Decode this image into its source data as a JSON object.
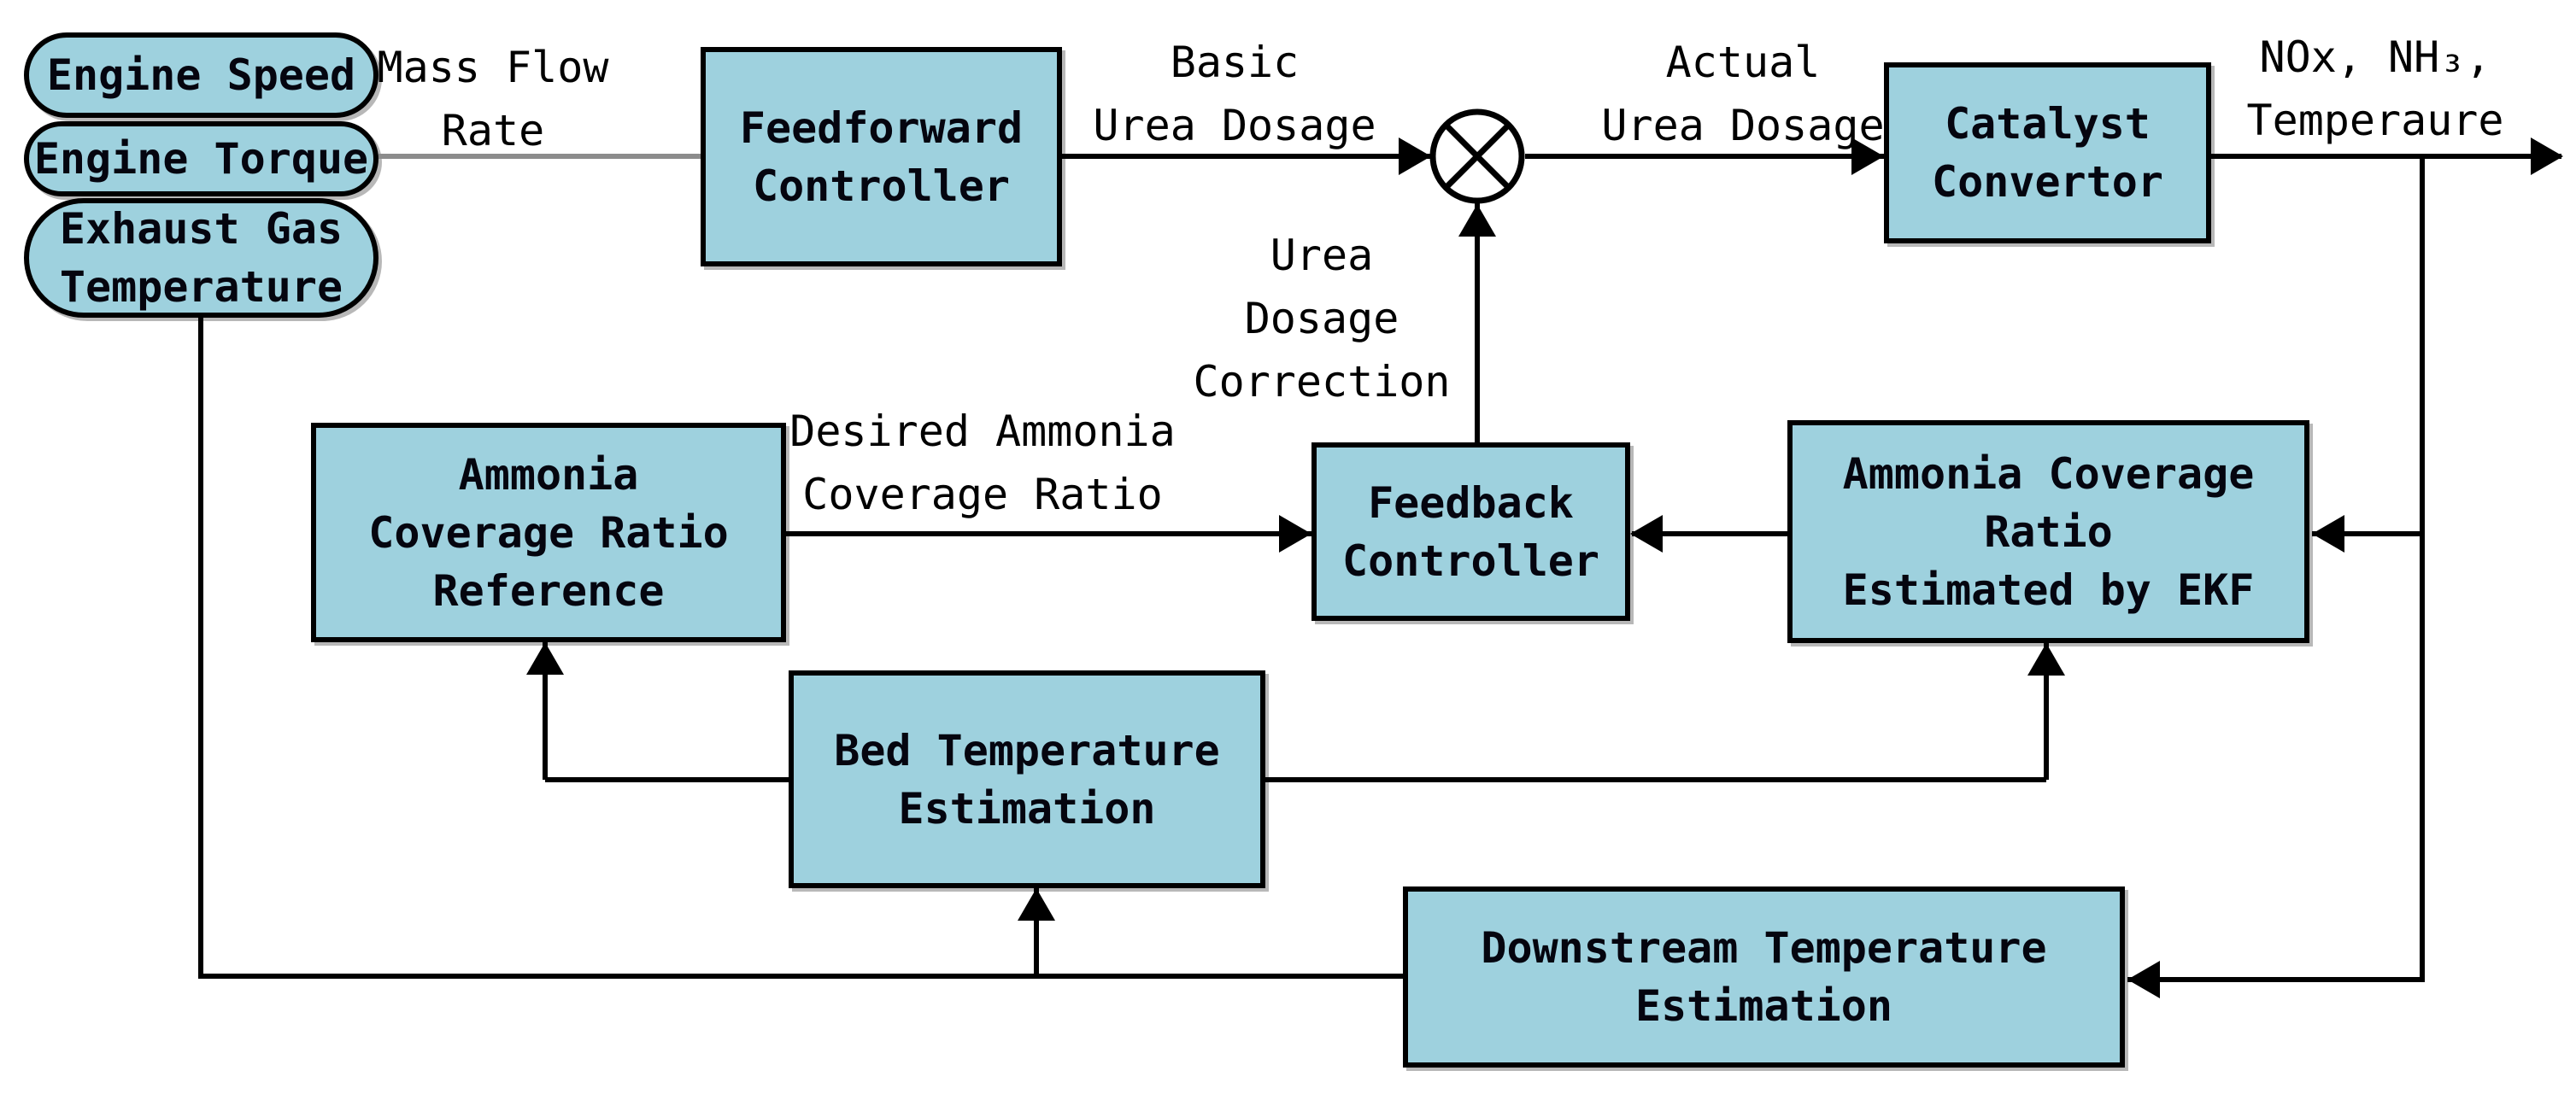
{
  "diagram_type": "control-block-diagram",
  "colors": {
    "block_fill": "#9ed1de",
    "block_border": "#000000",
    "line": "#000000",
    "muted_line": "#8c8c8c",
    "background": "#ffffff"
  },
  "nodes": {
    "engine_speed": {
      "label": "Engine Speed",
      "shape": "stadium"
    },
    "engine_torque": {
      "label": "Engine Torque",
      "shape": "stadium"
    },
    "exhaust_gas_temperature": {
      "label": "Exhaust Gas\nTemperature",
      "shape": "stadium"
    },
    "feedforward_controller": {
      "label": "Feedforward\nController",
      "shape": "rect"
    },
    "catalyst_convertor": {
      "label": "Catalyst\nConvertor",
      "shape": "rect"
    },
    "ammonia_coverage_ratio_reference": {
      "label": "Ammonia\nCoverage Ratio\nReference",
      "shape": "rect"
    },
    "feedback_controller": {
      "label": "Feedback\nController",
      "shape": "rect"
    },
    "ammonia_coverage_ratio_ekf": {
      "label": "Ammonia Coverage\nRatio\nEstimated by EKF",
      "shape": "rect"
    },
    "bed_temperature_estimation": {
      "label": "Bed Temperature\nEstimation",
      "shape": "rect"
    },
    "downstream_temperature_estimation": {
      "label": "Downstream Temperature\nEstimation",
      "shape": "rect"
    }
  },
  "junction": {
    "symbol": "⊗",
    "meaning": "multiplier-junction"
  },
  "edge_labels": {
    "mass_flow_rate": "Mass Flow\nRate",
    "basic_urea_dosage": "Basic\nUrea Dosage",
    "actual_urea_dosage": "Actual\nUrea Dosage",
    "urea_dosage_correction": "Urea\nDosage\nCorrection",
    "catalyst_outputs": "NOx, NH₃,\nTemperaure",
    "desired_ammonia_coverage_ratio": "Desired Ammonia\nCoverage Ratio"
  }
}
